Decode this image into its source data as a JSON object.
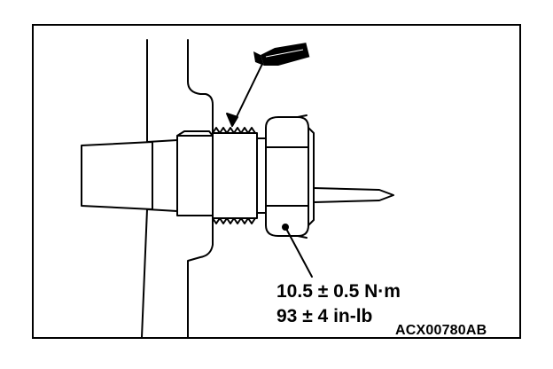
{
  "diagram": {
    "torque_nm": "10.5 ± 0.5 N·m",
    "torque_inlb": "93 ± 4 in-lb",
    "reference_code": "ACX00780AB",
    "icons": {
      "sealant": "sealant-tube-icon"
    },
    "colors": {
      "ink": "#000000",
      "paper": "#ffffff"
    }
  }
}
